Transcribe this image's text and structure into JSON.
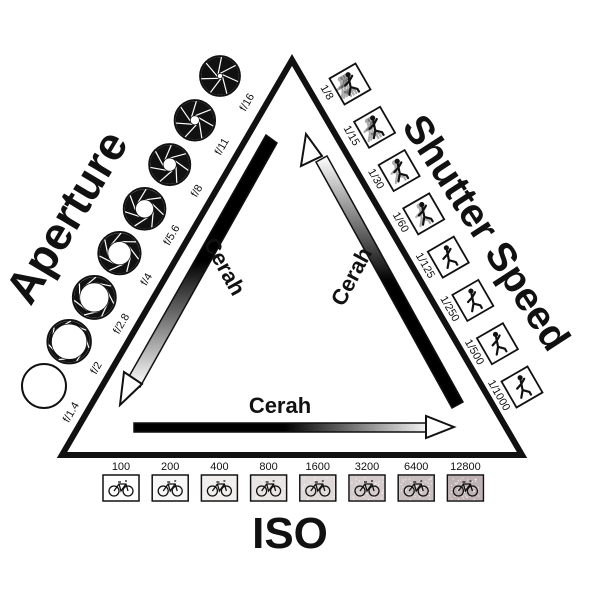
{
  "titles": {
    "aperture": "Aperture",
    "shutter": "Shutter Speed",
    "iso": "ISO"
  },
  "inner": {
    "left_label": "Cerah",
    "right_label": "Cerah",
    "bottom_label": "Cerah"
  },
  "aperture": {
    "stops": [
      {
        "label": "f/1.4",
        "opening": 1.0
      },
      {
        "label": "f/2",
        "opening": 0.86
      },
      {
        "label": "f/2.8",
        "opening": 0.72
      },
      {
        "label": "f/4",
        "opening": 0.58
      },
      {
        "label": "f/5.6",
        "opening": 0.46
      },
      {
        "label": "f/8",
        "opening": 0.34
      },
      {
        "label": "f/11",
        "opening": 0.24
      },
      {
        "label": "f/16",
        "opening": 0.14
      }
    ]
  },
  "shutter": {
    "speeds": [
      {
        "label": "1/8",
        "blur": 3
      },
      {
        "label": "1/15",
        "blur": 2
      },
      {
        "label": "1/30",
        "blur": 1
      },
      {
        "label": "1/60",
        "blur": 1
      },
      {
        "label": "1/125",
        "blur": 0
      },
      {
        "label": "1/250",
        "blur": 0
      },
      {
        "label": "1/500",
        "blur": 0
      },
      {
        "label": "1/1000",
        "blur": 0
      }
    ]
  },
  "iso": {
    "values": [
      {
        "label": "100",
        "noise": 0.0
      },
      {
        "label": "200",
        "noise": 0.1
      },
      {
        "label": "400",
        "noise": 0.2
      },
      {
        "label": "800",
        "noise": 0.3
      },
      {
        "label": "1600",
        "noise": 0.45
      },
      {
        "label": "3200",
        "noise": 0.6
      },
      {
        "label": "6400",
        "noise": 0.75
      },
      {
        "label": "12800",
        "noise": 0.9
      }
    ]
  },
  "colors": {
    "ink": "#111111",
    "paper": "#ffffff",
    "noise_tint": "#8a7070"
  }
}
